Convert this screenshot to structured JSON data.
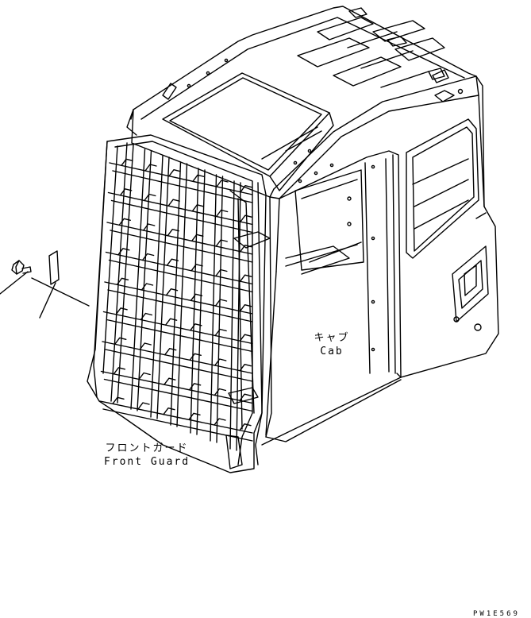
{
  "labels": {
    "cab_ja": "キャブ",
    "cab_en": "Cab",
    "guard_ja": "フロントガード",
    "guard_en": "Front Guard",
    "drawing_code": "PW1E569"
  },
  "colors": {
    "line": "#000000",
    "background": "#ffffff"
  }
}
